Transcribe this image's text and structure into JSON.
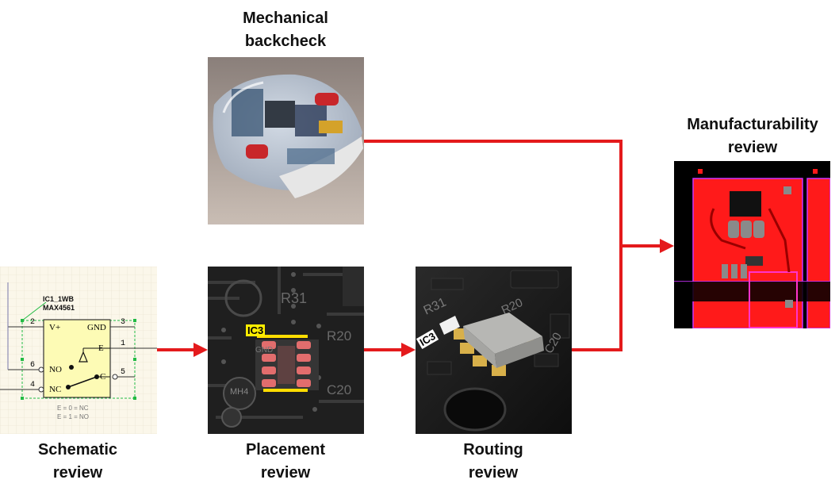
{
  "stages": {
    "mechanical": {
      "line1": "Mechanical",
      "line2": "backcheck"
    },
    "manufacturability": {
      "line1": "Manufacturability",
      "line2": "review"
    },
    "schematic": {
      "line1": "Schematic",
      "line2": "review"
    },
    "placement": {
      "line1": "Placement",
      "line2": "review"
    },
    "routing": {
      "line1": "Routing",
      "line2": "review"
    }
  },
  "schematic_image": {
    "designator": "IC1_1WB",
    "part": "MAX4561",
    "pins": {
      "vplus_num": "2",
      "vplus": "V+",
      "gnd_num": "3",
      "gnd": "GND",
      "e_num": "1",
      "e": "E",
      "no_num": "6",
      "no": "NO",
      "c_num": "5",
      "c": "C",
      "nc_num": "4",
      "nc": "NC"
    },
    "truth1": "E = 0 = NC",
    "truth2": "E = 1 = NO"
  },
  "placement_image": {
    "designator": "IC3",
    "r31": "R31",
    "r20": "R20",
    "c20": "C20",
    "mh4": "MH4",
    "gnd": "GND"
  },
  "routing_image": {
    "designator": "IC3",
    "r31": "R31",
    "r20": "R20",
    "c20": "C20"
  },
  "colors": {
    "arrow": "#e41a1c",
    "pcb_red": "#ff1a1a",
    "schematic_body": "#fdfbb5"
  }
}
